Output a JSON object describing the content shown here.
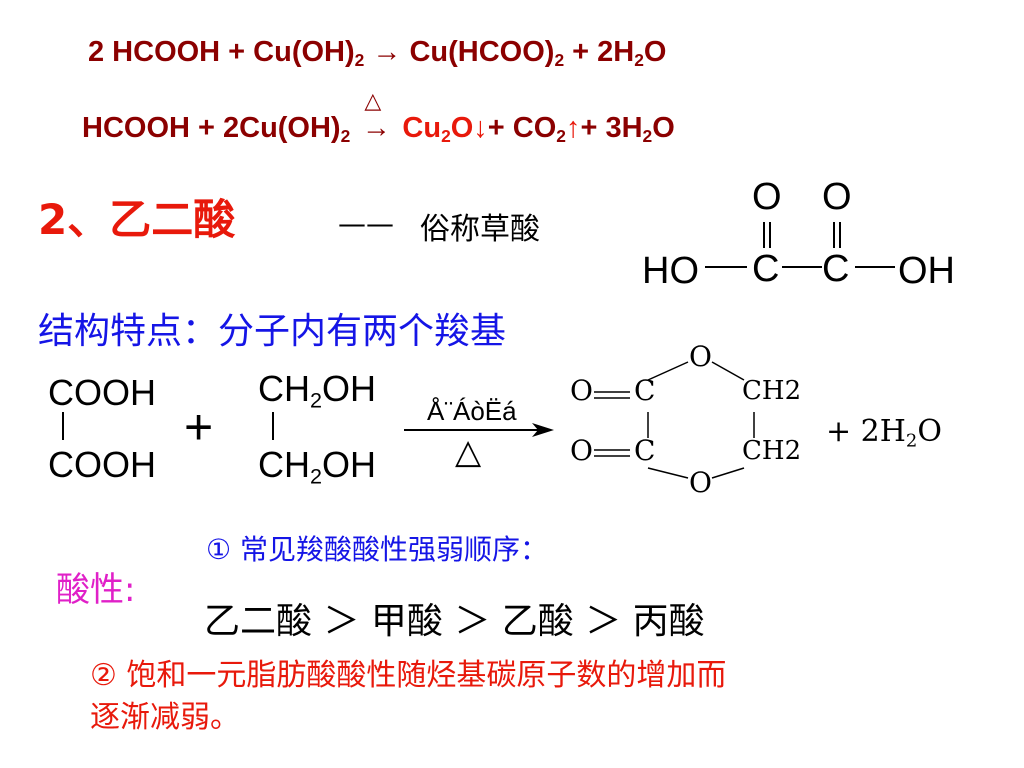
{
  "eq1": {
    "a": "2 HCOOH + Cu(OH)",
    "a_sub": "2",
    "arrow": "→",
    "b": "Cu(HCOO)",
    "b_sub": "2",
    "c": " + 2H",
    "c_sub": "2",
    "d": "O"
  },
  "eq2": {
    "a": "HCOOH + 2Cu(OH)",
    "a_sub": "2",
    "heat": "△",
    "arrow": "→",
    "p1": "Cu",
    "p1_sub": "2",
    "p1b": "O↓",
    "p2": "+ CO",
    "p2_sub": "2",
    "p2b": "↑",
    "p3": "+ 3H",
    "p3_sub": "2",
    "p3b": "O"
  },
  "section": {
    "title": "2、乙二酸",
    "dash": "——",
    "alias": "俗称草酸"
  },
  "oxalic_struct": {
    "o1": "O",
    "o2": "O",
    "ho": "HO",
    "c1": "C",
    "c2": "C",
    "oh": "OH"
  },
  "feature": "结构特点：分子内有两个羧基",
  "reaction": {
    "left_top": "COOH",
    "left_bottom": "COOH",
    "plus": "+",
    "mid_top_a": "CH",
    "mid_top_sub": "2",
    "mid_top_b": "OH",
    "mid_bot_a": "CH",
    "mid_bot_sub": "2",
    "mid_bot_b": "OH",
    "condition": "Å¨ÁòËá",
    "heat": "△",
    "ring": {
      "o_top": "O",
      "o_bottom": "O",
      "c1": "C",
      "c2": "C",
      "o_left1": "O",
      "o_left2": "O",
      "ch2_top": "CH",
      "ch2_top_sub": "2",
      "ch2_bot": "CH",
      "ch2_bot_sub": "2"
    },
    "water_a": "+ 2H",
    "water_sub": "2",
    "water_b": "O"
  },
  "acidity": {
    "label": "酸性:",
    "point1": "①  常见羧酸酸性强弱顺序：",
    "order": "乙二酸  ＞  甲酸  ＞  乙酸  ＞  丙酸",
    "point2_line1": "②  饱和一元脂肪酸酸性随烃基碳原子数的增加而",
    "point2_line2": "逐渐减弱。"
  }
}
